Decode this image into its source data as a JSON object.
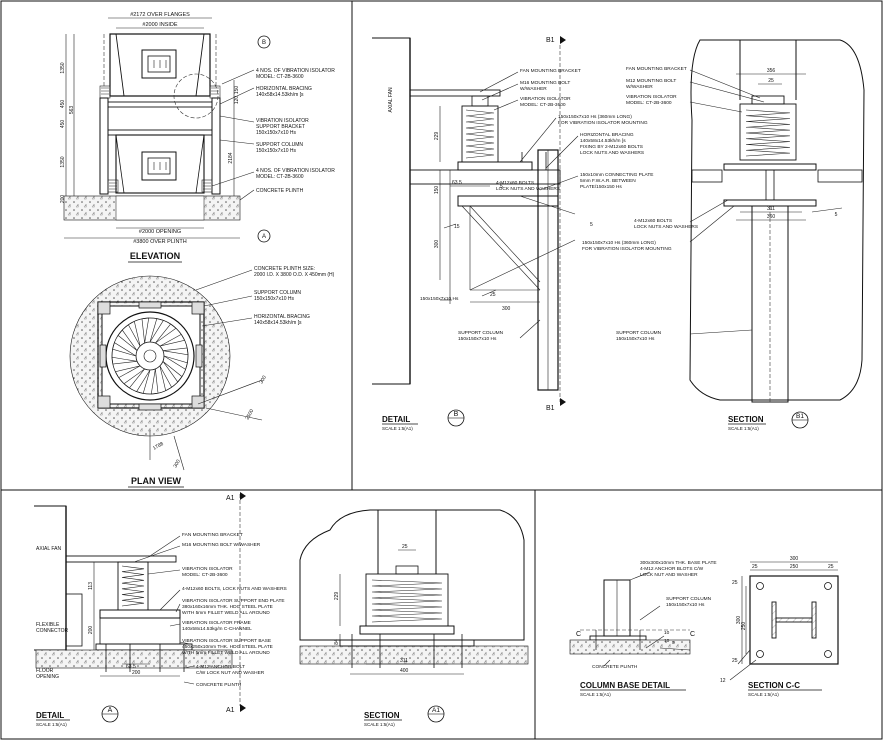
{
  "elevation": {
    "dim_top_1": "#2172 OVER FLANGES",
    "dim_top_2": "#2000 INSIDE",
    "dim_bottom_1": "#2000 OPENING",
    "dim_bottom_2": "#3800 OVER PLINTH",
    "dim_left": [
      "1350",
      "450",
      "450",
      "1350",
      "200"
    ],
    "dim_small": [
      "563",
      "120",
      "2184",
      "150"
    ],
    "callouts": [
      "4 NOS. OF VIBRATION ISOLATOR",
      "MODEL: CT-2B-3600",
      "HORIZONTAL BRACING",
      "140x58x14.53kh/m [s",
      "VIBRATION ISOLATOR",
      "SUPPORT BRACKET",
      "150x150x7x10 Hs",
      "SUPPORT COLUMN",
      "150x150x7x10 Hs",
      "4 NOS. OF VIBRATION ISOLATOR",
      "MODEL: CT-2B-3600",
      "CONCRETE PLINTH"
    ],
    "marker_b": "B",
    "marker_a": "A",
    "title": "ELEVATION"
  },
  "plan": {
    "callouts": [
      "CONCRETE PLINTH SIZE:",
      "2000 I.D. X 3800 O.D. X 450mm (H)",
      "SUPPORT COLUMN",
      "150x150x7x10 Hs",
      "HORIZONTAL BRACING",
      "140x58x14.53kh/m [s"
    ],
    "dims": [
      "300",
      "2500",
      "1788",
      "300"
    ],
    "title": "PLAN VIEW"
  },
  "detail_b": {
    "section_mark": "B1",
    "callouts": [
      "FAN MOUNTING BRACKET",
      "M16 MOUNTING BOLT",
      "W/WASHER",
      "VIBRATION ISOLATOR",
      "MODEL: CT-2B-3600",
      "150x150x7x10 Hs (360mm LONG)",
      "FOR VIBRATION ISOLATOR MOUNTING",
      "HORIZONTAL BRACING",
      "140x58x14.53kh/m [s",
      "FIXING BY 2-M12x60 BOLTS",
      "LOCK NUTS AND WASHERS",
      "150x10mm CONNECTING PLATE",
      "5mm F.W.A.R. BETWEEN",
      "PLATE/150x150 Hs",
      "4-M12x60 BOLTS",
      "LOCK NUTS AND WASHERS",
      "150x150x7x10 Hs",
      "SUPPORT COLUMN",
      "150x150x7x10 Hs"
    ],
    "axial_fan": "AXIAL FAN",
    "dims": [
      "229",
      "150",
      "63.5",
      "300",
      "300",
      "15",
      "25"
    ],
    "weld": [
      "5",
      "5"
    ],
    "title": "DETAIL",
    "tag": "B",
    "scale": "SCALE 1:5(A1)"
  },
  "section_b1": {
    "callouts": [
      "FAN MOUNTING BRACKET",
      "M12 MOUNTING BOLT",
      "W/WASHER",
      "VIBRATION ISOLATOR",
      "MODEL: CT-2B-3600",
      "4-M12x60 BOLTS",
      "LOCK NUTS AND WASHERS",
      "150x150x7x10 Hs (360mm LONG)",
      "FOR VIBRATION ISOLATOR MOUNTING",
      "SUPPORT COLUMN",
      "150x150x7x10 Hs"
    ],
    "dims": [
      "356",
      "25",
      "311",
      "360"
    ],
    "weld": "5",
    "title": "SECTION",
    "tag": "B1",
    "scale": "SCALE 1:5(A1)"
  },
  "detail_a": {
    "section_mark": "A1",
    "callouts": [
      "FAN MOUNTING BRACKET",
      "M16 MOUNTING BOLT W/WASHER",
      "VIBRATION ISOLATOR",
      "MODEL: CT-2B-3600",
      "4-M12x60 BOLTS, LOCK NUTS AND WASHERS",
      "VIBRATION ISOLATOR SUPPORT END PLATE",
      "380x160x16mm THK. HDG STEEL PLATE",
      "WITH 5mm FILLET WELD ALL AROUND",
      "VIBRATION ISOLATOR FRAME",
      "140x58x14.53kg/m C-CHANNEL",
      "VIBRATION ISOLATOR SUPPORT BASE",
      "450x250x10mm THK. HDG STEEL PLATE",
      "WITH 5mm FILLET WELD ALL AROUND",
      "4-M12 ANCHOR BOLT",
      "C/W LOCK NUT AND WASHER",
      "CONCRETE PLINTH"
    ],
    "left_labels": [
      "AXIAL FAN",
      "FLEXIBLE",
      "CONNECTOR",
      "FLOOR",
      "OPENING"
    ],
    "dims": [
      "113",
      "200",
      "63.5",
      "200"
    ],
    "title": "DETAIL",
    "tag": "A",
    "scale": "SCALE 1:5(A1)"
  },
  "section_a1": {
    "dims": [
      "25",
      "229",
      "84",
      "311",
      "400"
    ],
    "title": "SECTION",
    "tag": "A1",
    "scale": "SCALE 1:5(A1)"
  },
  "column_base": {
    "callouts": [
      "300x300x10mm THK. BASE PLATE",
      "4-M12 ANCHOR BLOTS C/W",
      "LOCK NUT AND WASHER",
      "SUPPORT COLUMN",
      "150x150x7x10 Hs",
      "CONCRETE PLINTH"
    ],
    "dims": [
      "10",
      "10",
      "5"
    ],
    "section_letter": "C",
    "title": "COLUMN BASE DETAIL",
    "scale": "SCALE 1:5(A1)"
  },
  "section_cc": {
    "dims": [
      "300",
      "25",
      "250",
      "25",
      "300",
      "250",
      "25",
      "25",
      "12"
    ],
    "title": "SECTION C-C",
    "scale": "SCALE 1:5(A1)"
  }
}
